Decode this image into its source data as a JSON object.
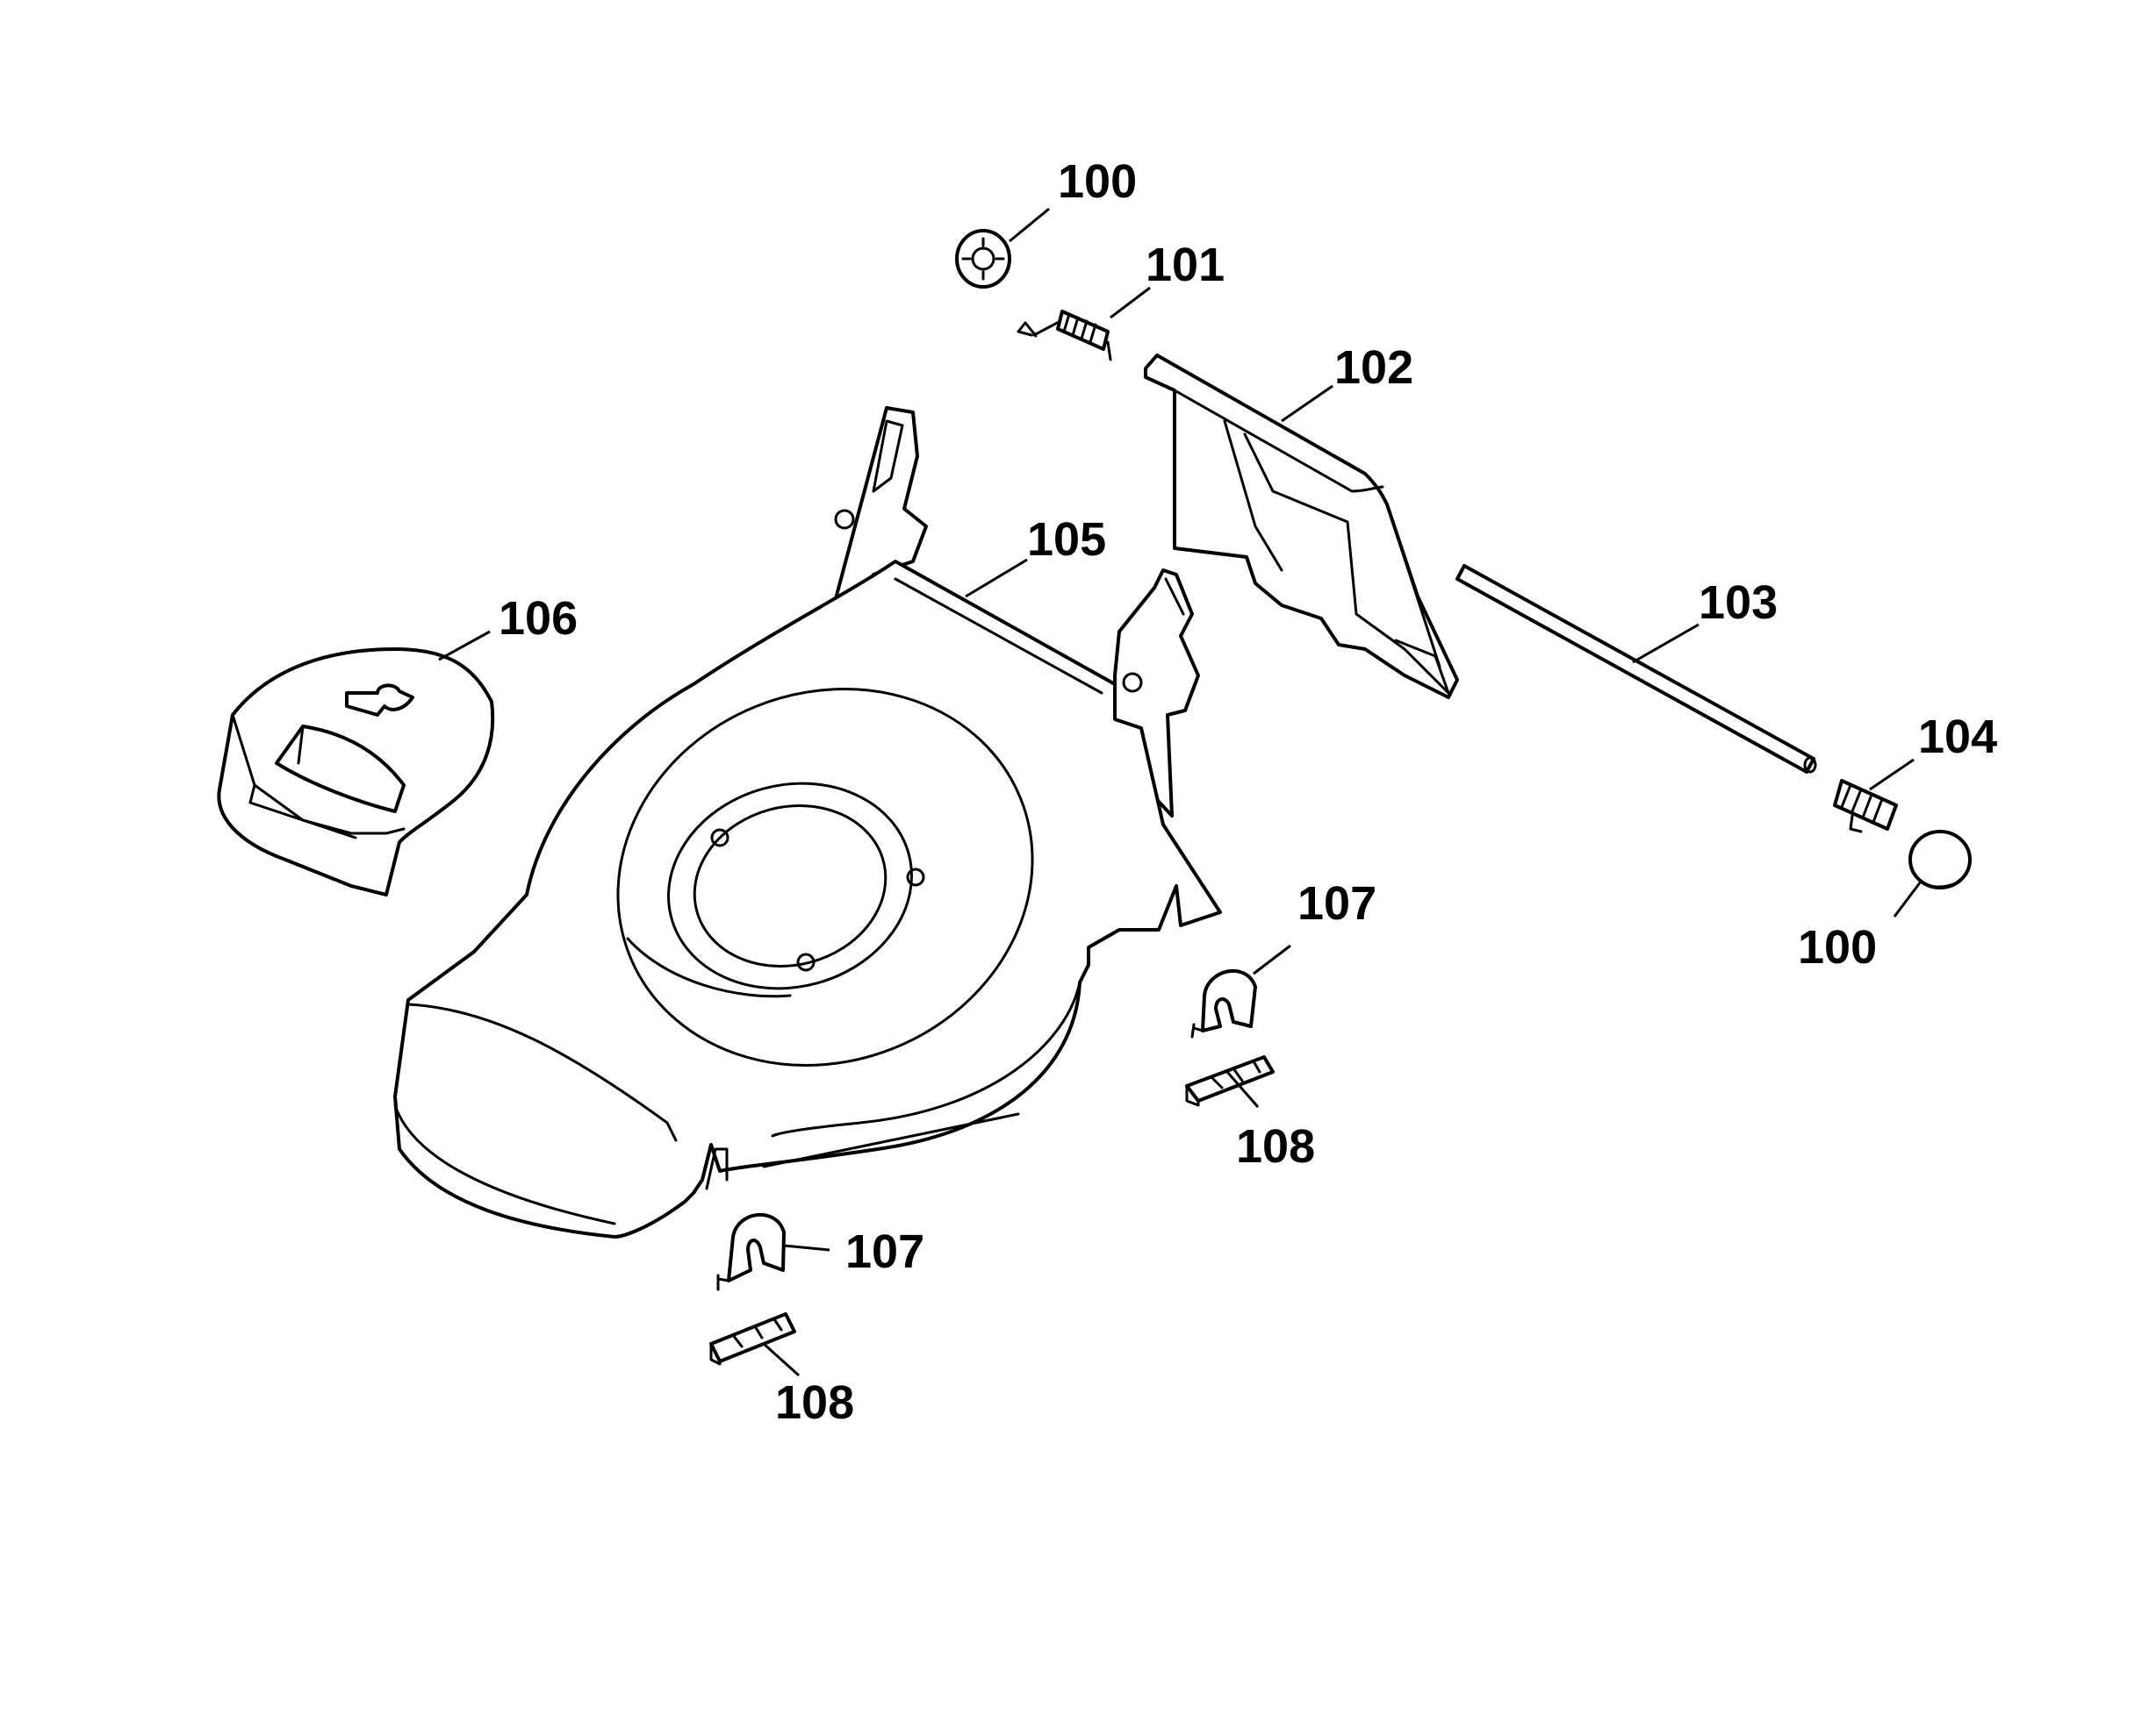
{
  "diagram": {
    "type": "exploded-parts-view",
    "colors": {
      "line": "#000000",
      "background": "#ffffff"
    },
    "parts": [
      {
        "id": "100",
        "label": "100",
        "name": "washer"
      },
      {
        "id": "101",
        "label": "101",
        "name": "torsion-spring"
      },
      {
        "id": "102",
        "label": "102",
        "name": "rear-flap"
      },
      {
        "id": "103",
        "label": "103",
        "name": "axle-rod"
      },
      {
        "id": "104",
        "label": "104",
        "name": "torsion-spring"
      },
      {
        "id": "100b",
        "label": "100",
        "name": "cap"
      },
      {
        "id": "105",
        "label": "105",
        "name": "mower-deck"
      },
      {
        "id": "106",
        "label": "106",
        "name": "front-cover"
      },
      {
        "id": "107a",
        "label": "107",
        "name": "clip"
      },
      {
        "id": "108a",
        "label": "108",
        "name": "insert"
      },
      {
        "id": "107b",
        "label": "107",
        "name": "clip"
      },
      {
        "id": "108b",
        "label": "108",
        "name": "insert"
      }
    ]
  }
}
